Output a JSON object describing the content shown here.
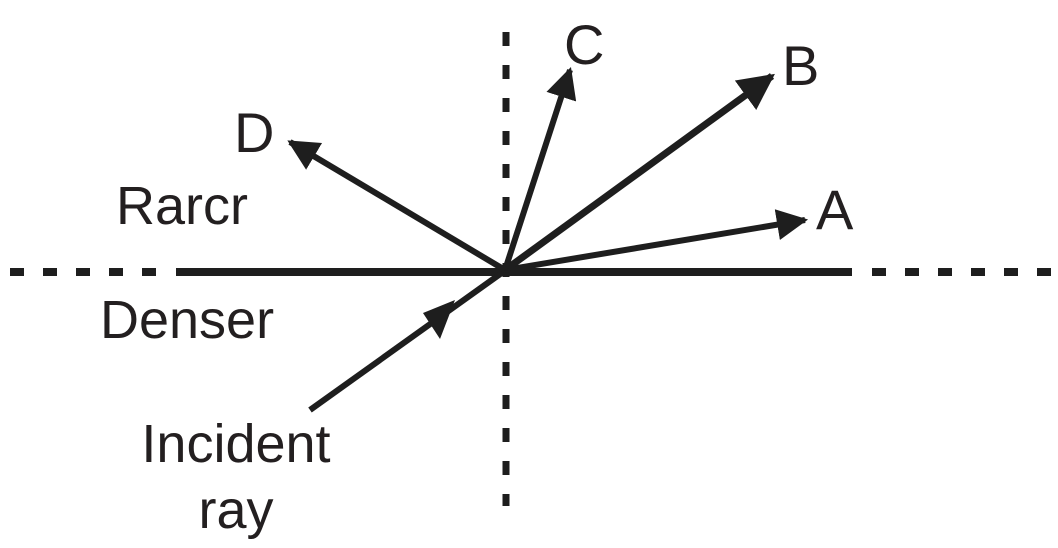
{
  "diagram": {
    "title": "Refraction from denser to rarer medium",
    "colors": {
      "ink": "#1e1e1e",
      "text": "#231f20",
      "background": "#ffffff"
    },
    "media": {
      "upper_label": "Rarcr",
      "lower_label": "Denser"
    },
    "incident_ray": {
      "label_line1": "Incident",
      "label_line2": "ray"
    },
    "rays": [
      {
        "id": "A",
        "label": "A"
      },
      {
        "id": "B",
        "label": "B"
      },
      {
        "id": "C",
        "label": "C"
      },
      {
        "id": "D",
        "label": "D"
      }
    ],
    "lines": {
      "interface": "boundary between media",
      "normal": "normal at point of incidence"
    }
  }
}
